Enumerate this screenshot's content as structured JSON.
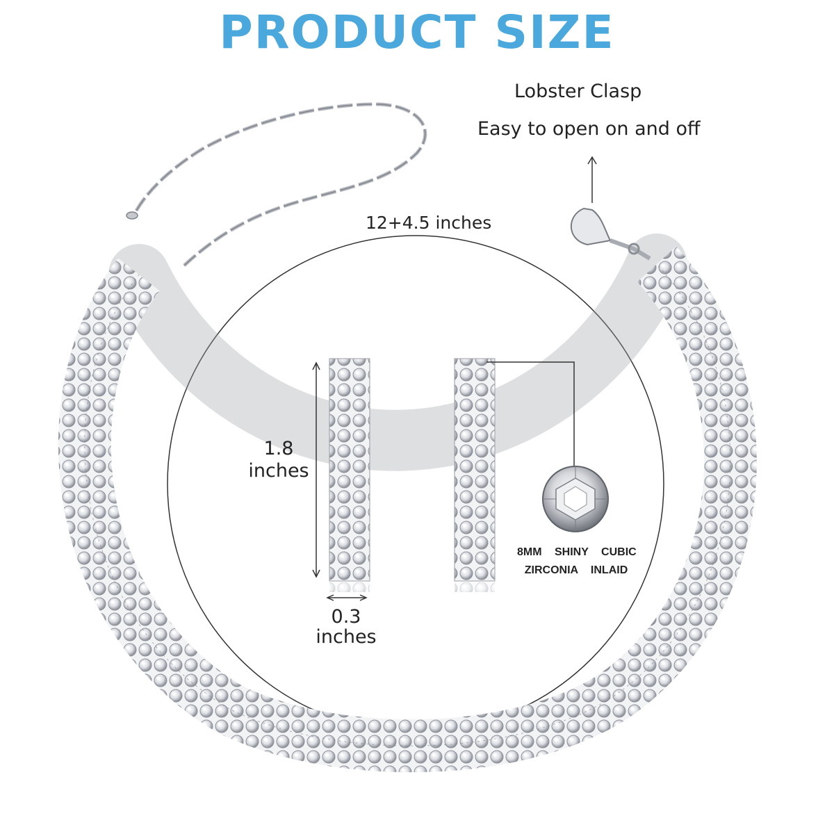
{
  "header": {
    "title": "PRODUCT SIZE"
  },
  "colors": {
    "title": "#4aa8dc",
    "line": "#333333",
    "silver": "#b9bcc2",
    "background": "#ffffff"
  },
  "labels": {
    "clasp_name": "Lobster Clasp",
    "clasp_desc": "Easy to open on and off",
    "length": "12+4.5 inches",
    "height_value": "1.8",
    "height_unit": "inches",
    "width_value": "0.3",
    "width_unit": "inches",
    "stone_line1": "8MM SHINY CUBIC",
    "stone_line2": "ZIRCONIA INLAID"
  },
  "icons": [
    "lobster-clasp-icon",
    "extender-chain-icon",
    "rhinestone-choker-icon",
    "zirconia-gem-icon",
    "double-arrow-icon"
  ]
}
